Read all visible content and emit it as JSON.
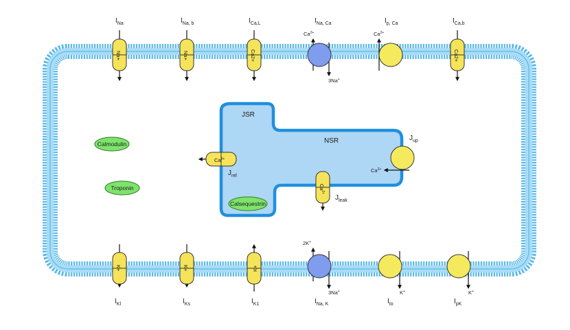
{
  "top_currents": [
    {
      "main": "I",
      "sub": "Na"
    },
    {
      "main": "I",
      "sub": "Na, b"
    },
    {
      "main": "I",
      "sub": "Ca,L"
    },
    {
      "main": "I",
      "sub": "Na, Ca"
    },
    {
      "main": "I",
      "sub": "p, Ca"
    },
    {
      "main": "I",
      "sub": "Ca,b"
    }
  ],
  "bottom_currents": [
    {
      "main": "I",
      "sub": "Kl"
    },
    {
      "main": "I",
      "sub": "Ks"
    },
    {
      "main": "I",
      "sub": "K1"
    },
    {
      "main": "I",
      "sub": "Na, K"
    },
    {
      "main": "I",
      "sub": "to"
    },
    {
      "main": "I",
      "sub": "pK"
    }
  ],
  "top_channel_ions": [
    "Na+",
    "Na+",
    "Ca2+",
    "Ca2+"
  ],
  "bottom_channel_ions": [
    "K+",
    "K+",
    "K+"
  ],
  "exchanger_top": {
    "in_ion": "Ca",
    "in_sup": "2+",
    "out_ion": "3Na",
    "out_sup": "+"
  },
  "pump_top": {
    "ion": "Ca",
    "sup": "2+"
  },
  "exchanger_bottom": {
    "in_ion": "2K",
    "in_sup": "+",
    "out_ion": "3Na",
    "out_sup": "+"
  },
  "pump_bottom_1": {
    "ion": "K",
    "sup": "+"
  },
  "pump_bottom_2": {
    "ion": "K",
    "sup": "+"
  },
  "sr": {
    "jsr_label": "JSR",
    "nsr_label": "NSR",
    "jrel": {
      "main": "J",
      "sub": "rel"
    },
    "jleak": {
      "main": "J",
      "sub": "leak"
    },
    "jup": {
      "main": "J",
      "sub": "up"
    },
    "rel_channel_ion": {
      "ion": "Ca",
      "sup": "2+"
    },
    "leak_channel_ion": {
      "ion": "Ca",
      "sup": "2+"
    },
    "uptake_ion": {
      "ion": "Ca",
      "sup": "2+"
    },
    "calsequestrin": "Calsequestrin"
  },
  "cytosol": {
    "calmodulin": "Calmodulin",
    "troponin": "Troponin"
  },
  "colors": {
    "membrane": "#5bb8e8",
    "membrane_band": "#a9dcf6",
    "sr_fill": "#aed6f5",
    "sr_border": "#1f8fde",
    "channel": "#f5e35a",
    "exchanger": "#7f9cef",
    "pump": "#f5ea5e",
    "protein": "#7ee36c"
  }
}
